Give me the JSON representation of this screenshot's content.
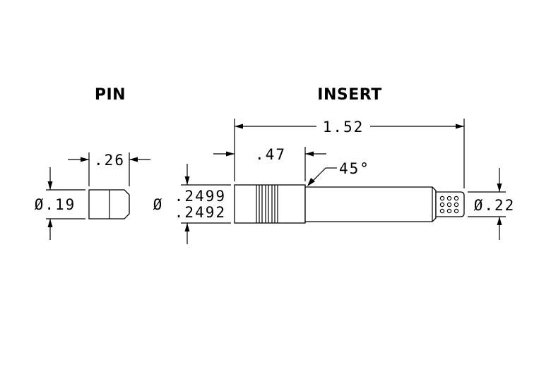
{
  "titles": {
    "pin": "PIN",
    "insert": "INSERT"
  },
  "pin": {
    "length": ".26",
    "diameter": "Ø.19"
  },
  "insert": {
    "overall_length": "1.52",
    "collar_length": ".47",
    "chamfer_angle": "45°",
    "diameter_symbol": "Ø",
    "diameter_max": ".2499",
    "diameter_min": ".2492",
    "tip_diameter": "Ø.22"
  }
}
